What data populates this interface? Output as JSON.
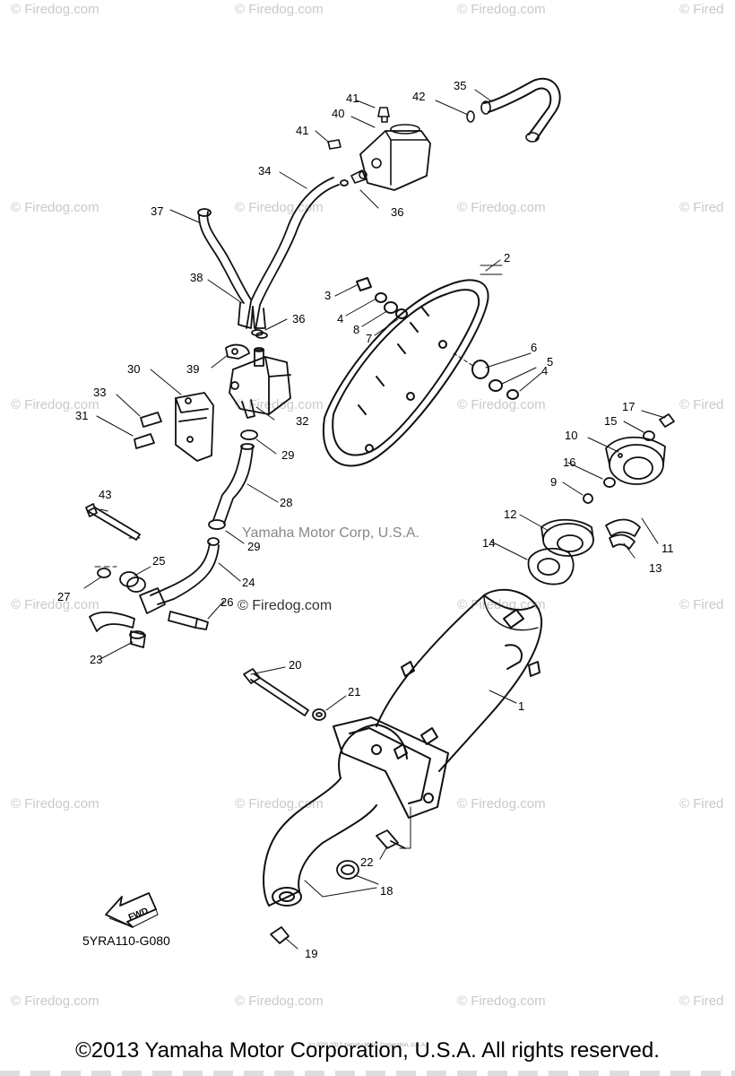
{
  "watermark": "© Firedog.com",
  "watermark_partial": "© Fired",
  "mid_watermark_1": "Yamaha Motor Corp, U.S.A.",
  "mid_watermark_2": "© Firedog.com",
  "diagram_code": "5YRA110-G080",
  "fwd_label": "FWD",
  "copyright": "©2013 Yamaha Motor Corporation, U.S.A. All rights reserved.",
  "copyright_micro": "(c) 2003-2013 Yamaha Motor Corporation, U.S.A.",
  "part_callouts": [
    "1",
    "2",
    "3",
    "4",
    "4",
    "5",
    "6",
    "7",
    "8",
    "9",
    "10",
    "11",
    "12",
    "13",
    "14",
    "15",
    "16",
    "17",
    "18",
    "19",
    "20",
    "21",
    "22",
    "23",
    "24",
    "25",
    "26",
    "27",
    "28",
    "29",
    "29",
    "30",
    "31",
    "32",
    "33",
    "34",
    "35",
    "36",
    "36",
    "37",
    "38",
    "39",
    "40",
    "41",
    "41",
    "42",
    "43"
  ]
}
